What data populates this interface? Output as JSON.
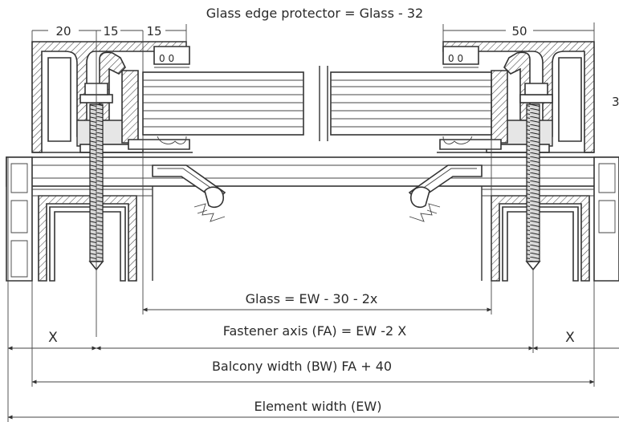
{
  "labels": {
    "dim_20": "20",
    "dim_15_a": "15",
    "dim_15_b": "15",
    "glass_edge_protector": "Glass edge protector = Glass - 32",
    "dim_50": "50",
    "edge_3": "3",
    "glass_formula": "Glass = EW - 30 - 2x",
    "fastener_axis_formula": "Fastener axis (FA) = EW -2 X",
    "x_left": "X",
    "x_right": "X",
    "balcony_width_formula": "Balcony width (BW) FA + 40",
    "element_width": "Element width (EW)"
  },
  "colors": {
    "line": "#333333",
    "profile_fill": "#ffffff",
    "fill_gray": "#e6e6e6"
  }
}
